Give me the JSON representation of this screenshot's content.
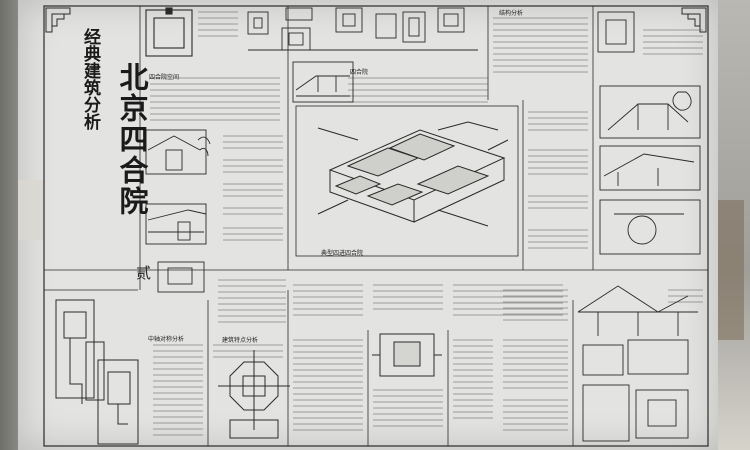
{
  "poster": {
    "title_main": "北京四合院",
    "title_sub": "经典建筑分析",
    "seal_text": "贰"
  },
  "labels": {
    "center_caption": "典型四进四合院",
    "panel_center_1": "四合院",
    "panel_right_1": "结构分析",
    "panel_bottom_1": "建筑特点分析",
    "panel_bottom_2": "中轴对称分析",
    "panel_left_1": "四合院空间"
  }
}
